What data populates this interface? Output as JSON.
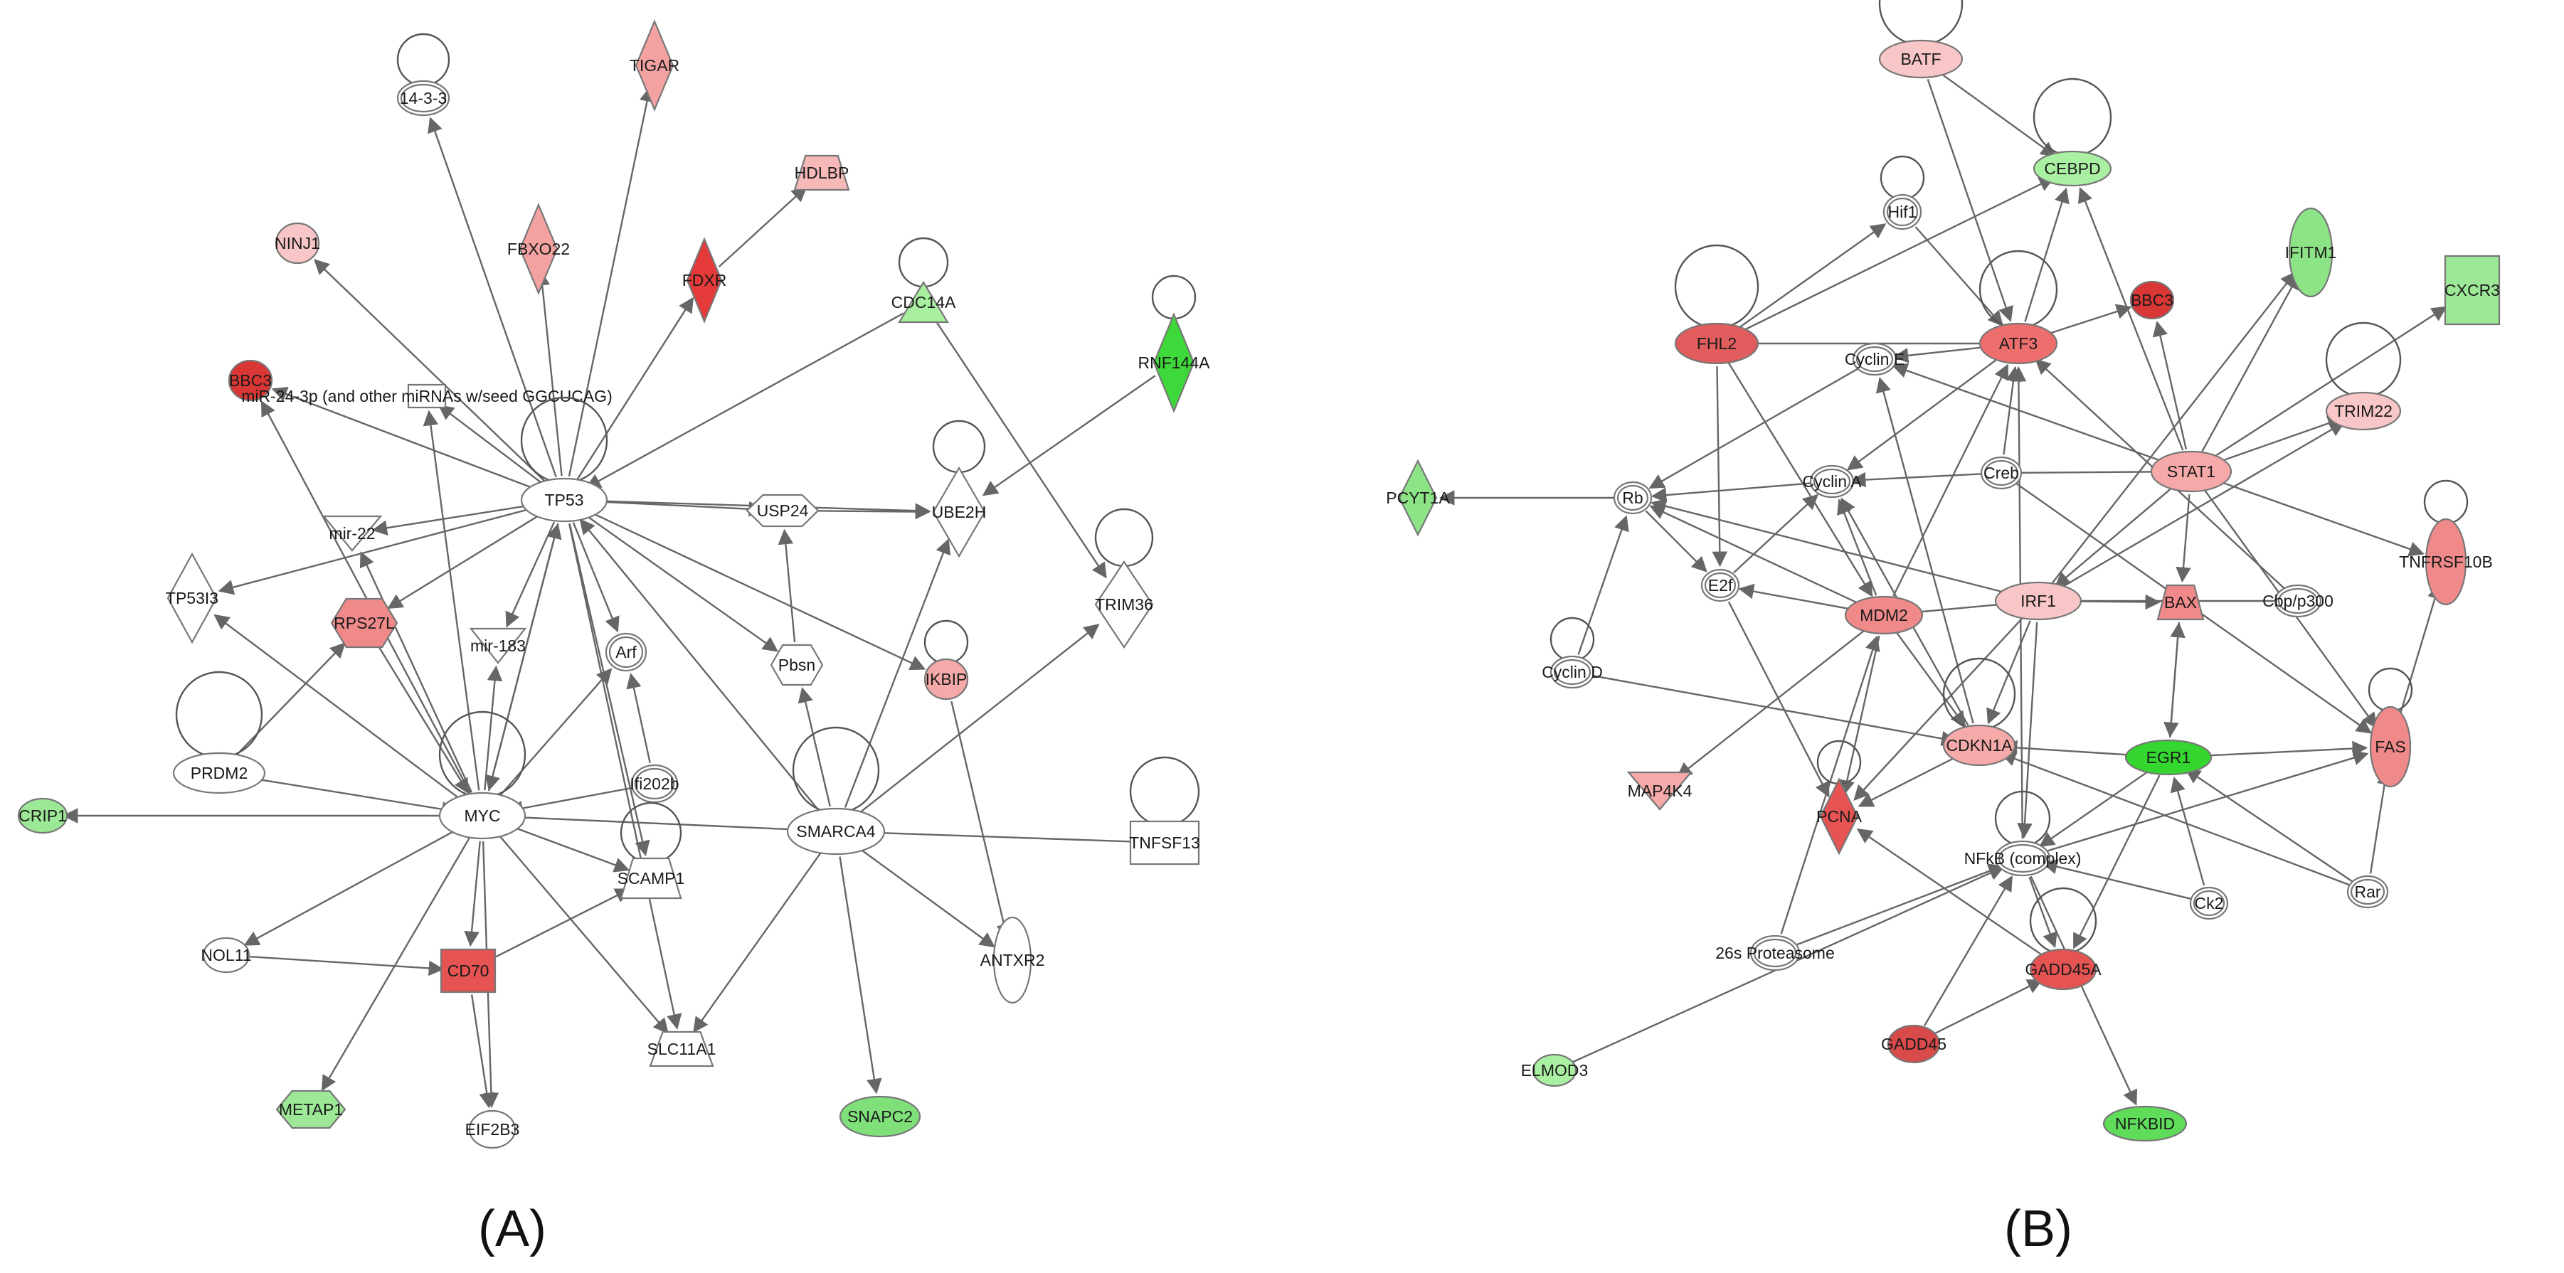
{
  "panels": {
    "A": {
      "label": "(A)",
      "nodes": [
        {
          "id": "a_1433",
          "text": "14-3-3",
          "shape": "ellipse",
          "color": "#ffffff",
          "double": true,
          "loop": true
        },
        {
          "id": "a_tigar",
          "text": "TIGAR",
          "shape": "diamond",
          "color": "#f4a1a1"
        },
        {
          "id": "a_hdlbp",
          "text": "HDLBP",
          "shape": "trapezoid",
          "color": "#f7b8b8"
        },
        {
          "id": "a_ninj1",
          "text": "NINJ1",
          "shape": "ellipse",
          "color": "#f8c6c6"
        },
        {
          "id": "a_fbxo22",
          "text": "FBXO22",
          "shape": "diamond",
          "color": "#f4a1a1"
        },
        {
          "id": "a_fdxr",
          "text": "FDXR",
          "shape": "diamond",
          "color": "#e53a3a"
        },
        {
          "id": "a_cdc14a",
          "text": "CDC14A",
          "shape": "triangle",
          "color": "#a8f0a0",
          "loop": true
        },
        {
          "id": "a_rnf144a",
          "text": "RNF144A",
          "shape": "diamond",
          "color": "#3fd83a",
          "loop": true
        },
        {
          "id": "a_bbc3",
          "text": "BBC3",
          "shape": "ellipse",
          "color": "#d93636"
        },
        {
          "id": "a_mir24",
          "text": "miR-24-3p (and other miRNAs w/seed GGCUCAG)",
          "shape": "rect",
          "color": "#ffffff"
        },
        {
          "id": "a_tp53",
          "text": "TP53",
          "shape": "ellipse",
          "color": "#ffffff",
          "loop": true
        },
        {
          "id": "a_usp24",
          "text": "USP24",
          "shape": "hexagon",
          "color": "#ffffff"
        },
        {
          "id": "a_ube2h",
          "text": "UBE2H",
          "shape": "diamond",
          "color": "#ffffff",
          "loop": true
        },
        {
          "id": "a_mir22",
          "text": "mir-22",
          "shape": "inv-triangle",
          "color": "#ffffff"
        },
        {
          "id": "a_tp53i3",
          "text": "TP53I3",
          "shape": "diamond",
          "color": "#ffffff"
        },
        {
          "id": "a_trim36",
          "text": "TRIM36",
          "shape": "diamond",
          "color": "#ffffff",
          "loop": true
        },
        {
          "id": "a_rps27l",
          "text": "RPS27L",
          "shape": "hexagon",
          "color": "#f08a8a"
        },
        {
          "id": "a_mir183",
          "text": "mir-183",
          "shape": "inv-triangle",
          "color": "#ffffff"
        },
        {
          "id": "a_arf",
          "text": "Arf",
          "shape": "ellipse",
          "color": "#ffffff",
          "double": true
        },
        {
          "id": "a_pbsn",
          "text": "Pbsn",
          "shape": "hexagon",
          "color": "#ffffff"
        },
        {
          "id": "a_ikbip",
          "text": "IKBIP",
          "shape": "ellipse",
          "color": "#f6a9a9",
          "loop": true
        },
        {
          "id": "a_prdm2",
          "text": "PRDM2",
          "shape": "ellipse",
          "color": "#ffffff",
          "loop": true
        },
        {
          "id": "a_ifi202b",
          "text": "Ifi202b",
          "shape": "ellipse",
          "color": "#ffffff",
          "double": true
        },
        {
          "id": "a_crip1",
          "text": "CRIP1",
          "shape": "ellipse",
          "color": "#9de897"
        },
        {
          "id": "a_myc",
          "text": "MYC",
          "shape": "ellipse",
          "color": "#ffffff",
          "loop": true
        },
        {
          "id": "a_smarca4",
          "text": "SMARCA4",
          "shape": "ellipse",
          "color": "#ffffff",
          "loop": true
        },
        {
          "id": "a_tnfsf13",
          "text": "TNFSF13",
          "shape": "rect",
          "color": "#ffffff",
          "loop": true
        },
        {
          "id": "a_scamp1",
          "text": "SCAMP1",
          "shape": "trapezoid",
          "color": "#ffffff",
          "loop": true
        },
        {
          "id": "a_nol11",
          "text": "NOL11",
          "shape": "ellipse",
          "color": "#ffffff"
        },
        {
          "id": "a_cd70",
          "text": "CD70",
          "shape": "rect",
          "color": "#e55353"
        },
        {
          "id": "a_antxr2",
          "text": "ANTXR2",
          "shape": "ellipse",
          "color": "#ffffff"
        },
        {
          "id": "a_slc11a1",
          "text": "SLC11A1",
          "shape": "trapezoid",
          "color": "#ffffff"
        },
        {
          "id": "a_metap1",
          "text": "METAP1",
          "shape": "hexagon",
          "color": "#9de897"
        },
        {
          "id": "a_eif2b3",
          "text": "EIF2B3",
          "shape": "ellipse",
          "color": "#ffffff"
        },
        {
          "id": "a_snapc2",
          "text": "SNAPC2",
          "shape": "ellipse",
          "color": "#7fe07a"
        }
      ],
      "edges": [
        [
          "a_tp53",
          "a_1433"
        ],
        [
          "a_tp53",
          "a_tigar"
        ],
        [
          "a_tp53",
          "a_fbxo22"
        ],
        [
          "a_tp53",
          "a_fdxr"
        ],
        [
          "a_fdxr",
          "a_hdlbp"
        ],
        [
          "a_tp53",
          "a_ninj1"
        ],
        [
          "a_tp53",
          "a_bbc3"
        ],
        [
          "a_tp53",
          "a_mir24"
        ],
        [
          "a_tp53",
          "a_tp53i3"
        ],
        [
          "a_tp53",
          "a_rps27l"
        ],
        [
          "a_tp53",
          "a_mir22"
        ],
        [
          "a_tp53",
          "a_mir183"
        ],
        [
          "a_tp53",
          "a_arf"
        ],
        [
          "a_tp53",
          "a_pbsn"
        ],
        [
          "a_tp53",
          "a_ikbip"
        ],
        [
          "a_tp53",
          "a_usp24"
        ],
        [
          "a_tp53",
          "a_ube2h"
        ],
        [
          "a_smarca4",
          "a_tp53"
        ],
        [
          "a_cdc14a",
          "a_tp53"
        ],
        [
          "a_tp53",
          "a_myc"
        ],
        [
          "a_tp53",
          "a_scamp1"
        ],
        [
          "a_tp53",
          "a_slc11a1"
        ],
        [
          "a_cdc14a",
          "a_trim36"
        ],
        [
          "a_rnf144a",
          "a_ube2h"
        ],
        [
          "a_myc",
          "a_bbc3"
        ],
        [
          "a_myc",
          "a_mir24"
        ],
        [
          "a_myc",
          "a_tp53i3"
        ],
        [
          "a_myc",
          "a_crip1"
        ],
        [
          "a_myc",
          "a_metap1"
        ],
        [
          "a_myc",
          "a_eif2b3"
        ],
        [
          "a_myc",
          "a_cd70"
        ],
        [
          "a_myc",
          "a_slc11a1"
        ],
        [
          "a_myc",
          "a_nol11"
        ],
        [
          "a_myc",
          "a_arf"
        ],
        [
          "a_myc",
          "a_mir22"
        ],
        [
          "a_myc",
          "a_mir183"
        ],
        [
          "a_myc",
          "a_scamp1"
        ],
        [
          "a_prdm2",
          "a_myc"
        ],
        [
          "a_ifi202b",
          "a_myc"
        ],
        [
          "a_smarca4",
          "a_myc"
        ],
        [
          "a_myc",
          "a_tp53"
        ],
        [
          "a_rps27l",
          "a_myc"
        ],
        [
          "a_prdm2",
          "a_rps27l"
        ],
        [
          "a_smarca4",
          "a_trim36"
        ],
        [
          "a_smarca4",
          "a_ube2h"
        ],
        [
          "a_smarca4",
          "a_pbsn"
        ],
        [
          "a_smarca4",
          "a_snapc2"
        ],
        [
          "a_smarca4",
          "a_slc11a1"
        ],
        [
          "a_smarca4",
          "a_antxr2"
        ],
        [
          "a_tnfsf13",
          "a_smarca4"
        ],
        [
          "a_ikbip",
          "a_antxr2"
        ],
        [
          "a_pbsn",
          "a_usp24"
        ],
        [
          "a_cd70",
          "a_scamp1"
        ],
        [
          "a_nol11",
          "a_cd70"
        ],
        [
          "a_cd70",
          "a_eif2b3"
        ],
        [
          "a_ifi202b",
          "a_arf"
        ],
        [
          "a_usp24",
          "a_ube2h"
        ]
      ]
    },
    "B": {
      "label": "(B)",
      "nodes": [
        {
          "id": "b_batf",
          "text": "BATF",
          "shape": "ellipse",
          "color": "#f8c6c6",
          "loop": true
        },
        {
          "id": "b_cebpd",
          "text": "CEBPD",
          "shape": "ellipse",
          "color": "#a9f0a3",
          "loop": true
        },
        {
          "id": "b_hif1",
          "text": "Hif1",
          "shape": "ellipse",
          "color": "#ffffff",
          "double": true,
          "loop": true
        },
        {
          "id": "b_ifitm1",
          "text": "IFITM1",
          "shape": "ellipse",
          "color": "#8de487"
        },
        {
          "id": "b_cxcr3",
          "text": "CXCR3",
          "shape": "rect",
          "color": "#9de897"
        },
        {
          "id": "b_bbc3",
          "text": "BBC3",
          "shape": "ellipse",
          "color": "#d93636"
        },
        {
          "id": "b_fhl2",
          "text": "FHL2",
          "shape": "ellipse",
          "color": "#e15c5c",
          "loop": true
        },
        {
          "id": "b_cycline",
          "text": "Cyclin E",
          "shape": "ellipse",
          "color": "#ffffff",
          "double": true
        },
        {
          "id": "b_atf3",
          "text": "ATF3",
          "shape": "ellipse",
          "color": "#ee6e6e",
          "loop": true
        },
        {
          "id": "b_trim22",
          "text": "TRIM22",
          "shape": "ellipse",
          "color": "#f8c6c6",
          "loop": true
        },
        {
          "id": "b_creb",
          "text": "Creb",
          "shape": "ellipse",
          "color": "#ffffff",
          "double": true
        },
        {
          "id": "b_stat1",
          "text": "STAT1",
          "shape": "ellipse",
          "color": "#f6a9a9"
        },
        {
          "id": "b_pcyt1a",
          "text": "PCYT1A",
          "shape": "diamond",
          "color": "#8de487"
        },
        {
          "id": "b_rb",
          "text": "Rb",
          "shape": "ellipse",
          "color": "#ffffff",
          "double": true
        },
        {
          "id": "b_cyclina",
          "text": "Cyclin A",
          "shape": "ellipse",
          "color": "#ffffff",
          "double": true
        },
        {
          "id": "b_tnfrsf10b",
          "text": "TNFRSF10B",
          "shape": "ellipse",
          "color": "#f08a8a",
          "loop": true
        },
        {
          "id": "b_e2f",
          "text": "E2f",
          "shape": "ellipse",
          "color": "#ffffff",
          "double": true
        },
        {
          "id": "b_mdm2",
          "text": "MDM2",
          "shape": "ellipse",
          "color": "#f08a8a"
        },
        {
          "id": "b_irf1",
          "text": "IRF1",
          "shape": "ellipse",
          "color": "#f8c6c6"
        },
        {
          "id": "b_bax",
          "text": "BAX",
          "shape": "trapezoid",
          "color": "#f08a8a"
        },
        {
          "id": "b_cbpp300",
          "text": "Cbp/p300",
          "shape": "ellipse",
          "color": "#ffffff",
          "double": true
        },
        {
          "id": "b_cyclind",
          "text": "Cyclin D",
          "shape": "ellipse",
          "color": "#ffffff",
          "double": true,
          "loop": true
        },
        {
          "id": "b_cdkn1a",
          "text": "CDKN1A",
          "shape": "ellipse",
          "color": "#f6a9a9",
          "loop": true
        },
        {
          "id": "b_egr1",
          "text": "EGR1",
          "shape": "ellipse",
          "color": "#34d62f"
        },
        {
          "id": "b_fas",
          "text": "FAS",
          "shape": "ellipse",
          "color": "#f08a8a",
          "loop": true
        },
        {
          "id": "b_map4k4",
          "text": "MAP4K4",
          "shape": "inv-triangle",
          "color": "#f6a9a9"
        },
        {
          "id": "b_pcna",
          "text": "PCNA",
          "shape": "diamond",
          "color": "#e55353",
          "loop": true
        },
        {
          "id": "b_nfkb",
          "text": "NFkB (complex)",
          "shape": "ellipse",
          "color": "#ffffff",
          "double": true,
          "loop": true
        },
        {
          "id": "b_ck2",
          "text": "Ck2",
          "shape": "ellipse",
          "color": "#ffffff",
          "double": true
        },
        {
          "id": "b_rar",
          "text": "Rar",
          "shape": "ellipse",
          "color": "#ffffff",
          "double": true
        },
        {
          "id": "b_26s",
          "text": "26s Proteasome",
          "shape": "ellipse",
          "color": "#ffffff",
          "double": true
        },
        {
          "id": "b_gadd45a",
          "text": "GADD45A",
          "shape": "ellipse",
          "color": "#e55353",
          "loop": true
        },
        {
          "id": "b_gadd45",
          "text": "GADD45",
          "shape": "ellipse",
          "color": "#d94a4a"
        },
        {
          "id": "b_elmod3",
          "text": "ELMOD3",
          "shape": "ellipse",
          "color": "#a9f0a3"
        },
        {
          "id": "b_nfkbid",
          "text": "NFKBID",
          "shape": "ellipse",
          "color": "#5fdc59"
        }
      ],
      "edges": [
        [
          "b_batf",
          "b_cebpd"
        ],
        [
          "b_batf",
          "b_atf3"
        ],
        [
          "b_hif1",
          "b_atf3"
        ],
        [
          "b_fhl2",
          "b_hif1"
        ],
        [
          "b_fhl2",
          "b_cebpd"
        ],
        [
          "b_atf3",
          "b_cebpd"
        ],
        [
          "b_atf3",
          "b_bbc3"
        ],
        [
          "b_atf3",
          "b_fhl2"
        ],
        [
          "b_atf3",
          "b_cycline"
        ],
        [
          "b_atf3",
          "b_cyclina"
        ],
        [
          "b_stat1",
          "b_ifitm1"
        ],
        [
          "b_stat1",
          "b_cxcr3"
        ],
        [
          "b_stat1",
          "b_trim22"
        ],
        [
          "b_stat1",
          "b_cebpd"
        ],
        [
          "b_stat1",
          "b_bbc3"
        ],
        [
          "b_stat1",
          "b_tnfrsf10b"
        ],
        [
          "b_stat1",
          "b_bax"
        ],
        [
          "b_stat1",
          "b_fas"
        ],
        [
          "b_stat1",
          "b_irf1"
        ],
        [
          "b_stat1",
          "b_cycline"
        ],
        [
          "b_rb",
          "b_pcyt1a"
        ],
        [
          "b_rb",
          "b_e2f"
        ],
        [
          "b_cyclina",
          "b_rb"
        ],
        [
          "b_cycline",
          "b_rb"
        ],
        [
          "b_cyclind",
          "b_rb"
        ],
        [
          "b_creb",
          "b_cyclina"
        ],
        [
          "b_creb",
          "b_atf3"
        ],
        [
          "b_creb",
          "b_stat1"
        ],
        [
          "b_creb",
          "b_fas"
        ],
        [
          "b_mdm2",
          "b_rb"
        ],
        [
          "b_mdm2",
          "b_e2f"
        ],
        [
          "b_mdm2",
          "b_map4k4"
        ],
        [
          "b_mdm2",
          "b_pcna"
        ],
        [
          "b_mdm2",
          "b_cdkn1a"
        ],
        [
          "b_mdm2",
          "b_irf1"
        ],
        [
          "b_mdm2",
          "b_cyclina"
        ],
        [
          "b_mdm2",
          "b_atf3"
        ],
        [
          "b_irf1",
          "b_bax"
        ],
        [
          "b_irf1",
          "b_cdkn1a"
        ],
        [
          "b_irf1",
          "b_trim22"
        ],
        [
          "b_irf1",
          "b_ifitm1"
        ],
        [
          "b_irf1",
          "b_pcna"
        ],
        [
          "b_irf1",
          "b_nfkb"
        ],
        [
          "b_irf1",
          "b_rb"
        ],
        [
          "b_cbpp300",
          "b_irf1"
        ],
        [
          "b_cbpp300",
          "b_atf3"
        ],
        [
          "b_egr1",
          "b_bax"
        ],
        [
          "b_egr1",
          "b_fas"
        ],
        [
          "b_egr1",
          "b_cdkn1a"
        ],
        [
          "b_egr1",
          "b_gadd45a"
        ],
        [
          "b_egr1",
          "b_nfkb"
        ],
        [
          "b_rar",
          "b_egr1"
        ],
        [
          "b_rar",
          "b_cdkn1a"
        ],
        [
          "b_ck2",
          "b_nfkb"
        ],
        [
          "b_ck2",
          "b_egr1"
        ],
        [
          "b_cdkn1a",
          "b_pcna"
        ],
        [
          "b_cdkn1a",
          "b_cycline"
        ],
        [
          "b_cdkn1a",
          "b_cyclina"
        ],
        [
          "b_e2f",
          "b_cyclina"
        ],
        [
          "b_e2f",
          "b_pcna"
        ],
        [
          "b_cyclind",
          "b_cdkn1a"
        ],
        [
          "b_26s",
          "b_nfkb"
        ],
        [
          "b_26s",
          "b_mdm2"
        ],
        [
          "b_gadd45a",
          "b_pcna"
        ],
        [
          "b_gadd45",
          "b_gadd45a"
        ],
        [
          "b_gadd45",
          "b_nfkb"
        ],
        [
          "b_elmod3",
          "b_nfkb"
        ],
        [
          "b_nfkb",
          "b_nfkbid"
        ],
        [
          "b_nfkb",
          "b_gadd45a"
        ],
        [
          "b_nfkb",
          "b_atf3"
        ],
        [
          "b_nfkb",
          "b_fas"
        ],
        [
          "b_fhl2",
          "b_e2f"
        ],
        [
          "b_fhl2",
          "b_mdm2"
        ],
        [
          "b_bax",
          "b_egr1"
        ],
        [
          "b_fas",
          "b_tnfrsf10b"
        ],
        [
          "b_rar",
          "b_fas"
        ]
      ]
    }
  }
}
